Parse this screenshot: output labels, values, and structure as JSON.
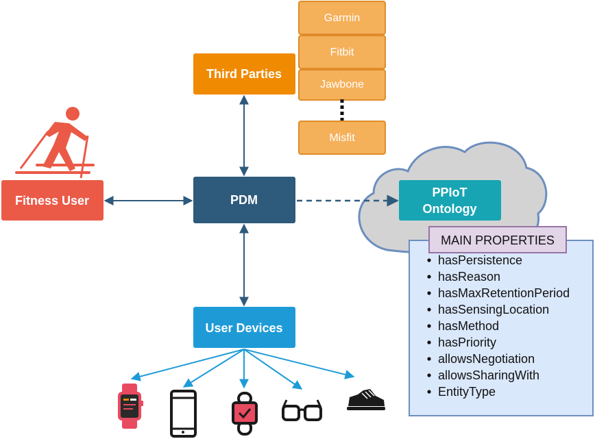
{
  "nodes": {
    "third_parties": "Third Parties",
    "pdm": "PDM",
    "fitness_user": "Fitness User",
    "user_devices": "User Devices",
    "ontology_line1": "PPIoT",
    "ontology_line2": "Ontology"
  },
  "vendors": [
    "Garmin",
    "Fitbit",
    "Jawbone",
    "Misfit"
  ],
  "properties": {
    "title": "MAIN PROPERTIES",
    "items": [
      "hasPersistence",
      "hasReason",
      "hasMaxRetentionPeriod",
      "hasSensingLocation",
      "hasMethod",
      "hasPriority",
      "allowsNegotiation",
      "allowsSharingWith",
      "EntityType"
    ]
  },
  "icons": {
    "user": "skier-icon",
    "devices": [
      "smartwatch-icon",
      "smartphone-icon",
      "wristband-icon",
      "smart-glasses-icon",
      "smart-shoe-icon"
    ]
  },
  "colors": {
    "orange": "#F08A00",
    "vendor_fill": "#F5B05A",
    "vendor_border": "#E08C2A",
    "red": "#EA5A47",
    "navy": "#2E5A7C",
    "blue": "#1E9BD7",
    "teal": "#17A5B4",
    "cloud_fill": "#D3D3D3",
    "cloud_stroke": "#6C8EBF",
    "props_fill": "#DAE8FC",
    "props_title_fill": "#E1D5E7",
    "props_title_border": "#9673A6",
    "icon_dark": "#1a1a1a",
    "icon_red": "#E84A5F"
  }
}
